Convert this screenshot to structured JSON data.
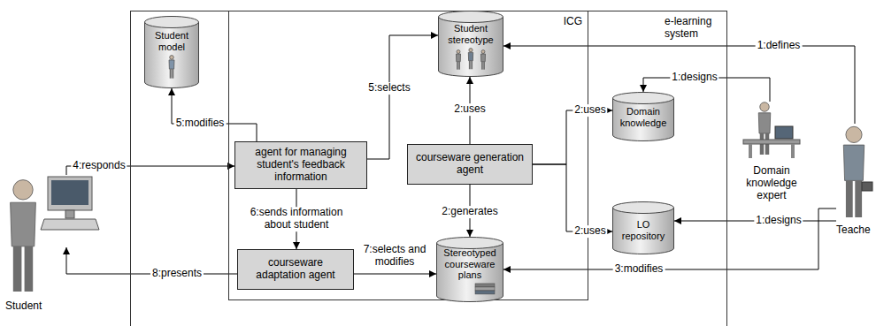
{
  "diagram": {
    "nodes": [
      {
        "text": [
          "e-learning system"
        ]
      },
      {
        "text": [
          "ICG"
        ],
        "in": 0
      },
      {
        "text": [
          "Student model"
        ],
        "in": 0
      },
      {
        "text": [
          "Student stereotype"
        ],
        "in": 1
      },
      {
        "text": [
          "agent for managing student's feedback information"
        ],
        "in": 1
      },
      {
        "text": [
          "courseware generation agent"
        ],
        "in": 1
      },
      {
        "text": [
          "courseware adaptation agent"
        ],
        "in": 1
      },
      {
        "text": [
          "Stereotyped courseware plans"
        ],
        "in": 1
      },
      {
        "text": [
          "Domain knowledge"
        ],
        "in": 0
      },
      {
        "text": [
          "LO repository"
        ],
        "in": 0
      },
      {
        "text": [
          "Domain knowledge expert"
        ]
      },
      {
        "text": [
          "Teache"
        ]
      },
      {
        "text": [
          "Student"
        ]
      }
    ],
    "edges": [
      {
        "from": 11,
        "to": 3,
        "label": "1:defines",
        "arrow": "to"
      },
      {
        "from": 10,
        "to": 8,
        "label": "1:designs",
        "arrow": "to"
      },
      {
        "from": 11,
        "to": 9,
        "label": "1:designs",
        "arrow": "to"
      },
      {
        "from": 11,
        "to": 7,
        "label": "3:modifies",
        "arrow": "to"
      },
      {
        "from": 5,
        "to": 3,
        "label": "2:uses",
        "arrow": "to"
      },
      {
        "from": 5,
        "to": 8,
        "label": "2:uses",
        "arrow": "to"
      },
      {
        "from": 5,
        "to": 9,
        "label": "2:uses",
        "arrow": "to"
      },
      {
        "from": 5,
        "to": 7,
        "label": "2:generates",
        "arrow": "to"
      },
      {
        "from": 12,
        "to": 4,
        "label": "4:responds",
        "arrow": "to"
      },
      {
        "from": 4,
        "to": 2,
        "label": "5:modifies",
        "arrow": "to"
      },
      {
        "from": 4,
        "to": 3,
        "label": "5:selects",
        "arrow": "to"
      },
      {
        "from": 4,
        "to": 6,
        "label": "6:sends information about student",
        "arrow": "to"
      },
      {
        "from": 6,
        "to": 7,
        "label": "7:selects and modifies",
        "arrow": "to"
      },
      {
        "from": 6,
        "to": 12,
        "label": "8:presents",
        "arrow": "to"
      }
    ]
  }
}
